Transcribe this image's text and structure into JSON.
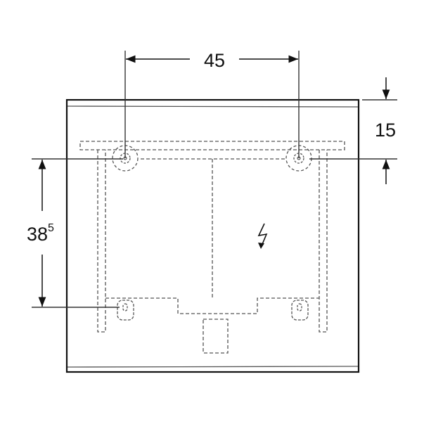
{
  "dimensions": {
    "width_between_holes": "45",
    "top_offset": "15",
    "vertical_spacing": "38",
    "vertical_spacing_fraction": "5"
  },
  "icons": {
    "electrical": "lightning-icon"
  },
  "colors": {
    "line": "#111111",
    "hidden_line": "#555555"
  }
}
